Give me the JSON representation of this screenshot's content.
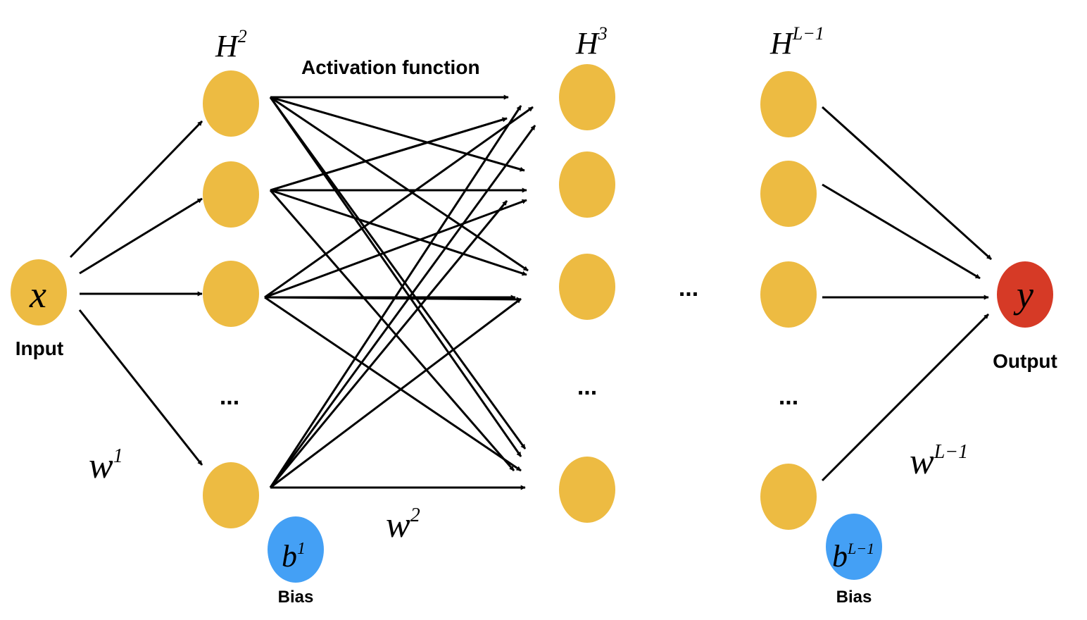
{
  "colors": {
    "hidden_node": "#EDBB42",
    "input_node": "#EDBB42",
    "output_node": "#D63A26",
    "bias_node": "#44A0F5",
    "edge": "#000000"
  },
  "labels": {
    "input_symbol": "x",
    "input_caption": "Input",
    "output_symbol": "y",
    "output_caption": "Output",
    "activation": "Activation function",
    "ellipsis": "...",
    "h2_base": "H",
    "h2_sup": "2",
    "h3_base": "H",
    "h3_sup": "3",
    "hl_base": "H",
    "hl_sup": "L−1",
    "w1_base": "w",
    "w1_sup": "1",
    "w2_base": "w",
    "w2_sup": "2",
    "wl_base": "w",
    "wl_sup": "L−1",
    "b1_base": "b",
    "b1_sup": "1",
    "bl_base": "b",
    "bl_sup": "L−1",
    "bias_caption_1": "Bias",
    "bias_caption_2": "Bias"
  }
}
